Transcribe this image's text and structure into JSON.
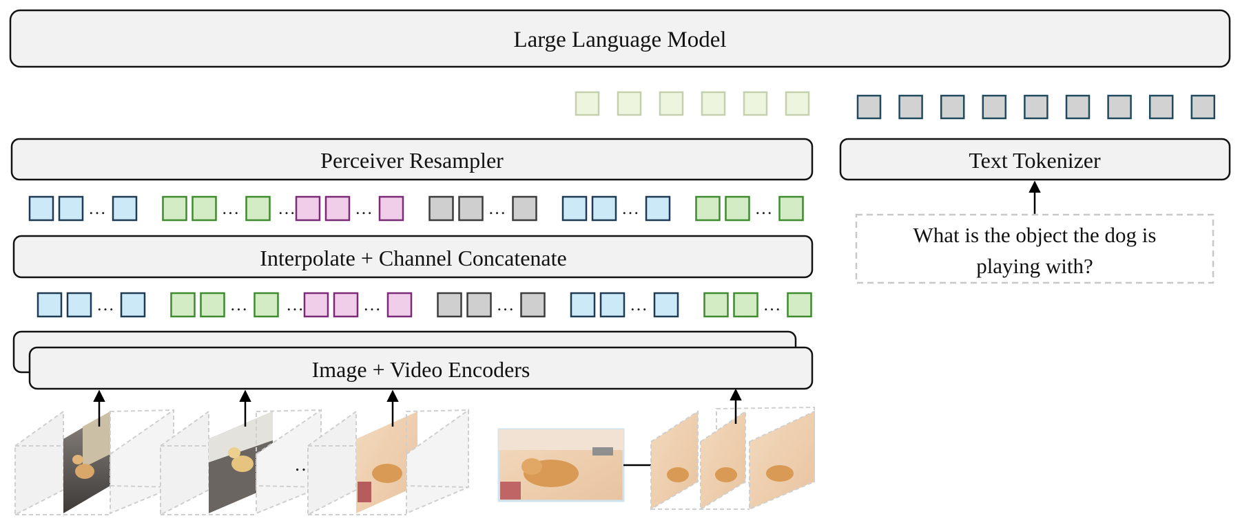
{
  "labels": {
    "llm": "Large Language Model",
    "resampler": "Perceiver Resampler",
    "tokenizer": "Text Tokenizer",
    "interpolate": "Interpolate + Channel Concatenate",
    "encoders": "Image + Video Encoders",
    "question_line1": "What is the object the dog is",
    "question_line2": "playing with?",
    "ellipsis": "…"
  },
  "token_colors": {
    "blue": {
      "fill": "#cbe9f6",
      "stroke": "#1f3b54"
    },
    "green": {
      "fill": "#d3ecc6",
      "stroke": "#3e8a2f"
    },
    "pink": {
      "fill": "#f0cde8",
      "stroke": "#7a2a76"
    },
    "gray": {
      "fill": "#cfcfcf",
      "stroke": "#3c3c3c"
    },
    "lightgreen": {
      "fill": "#eef5df",
      "stroke": "#c4cfae"
    },
    "text": {
      "fill": "#d2d2d2",
      "stroke": "#1f4a5e"
    }
  },
  "feature_groups": [
    {
      "color": "blue",
      "lead_ellipsis": false
    },
    {
      "color": "green",
      "lead_ellipsis": false
    },
    {
      "color": "pink",
      "lead_ellipsis": true
    },
    {
      "color": "gray",
      "lead_ellipsis": false
    },
    {
      "color": "blue",
      "lead_ellipsis": false
    },
    {
      "color": "green",
      "lead_ellipsis": false
    }
  ],
  "visual_token_count": 6,
  "text_token_count": 9
}
